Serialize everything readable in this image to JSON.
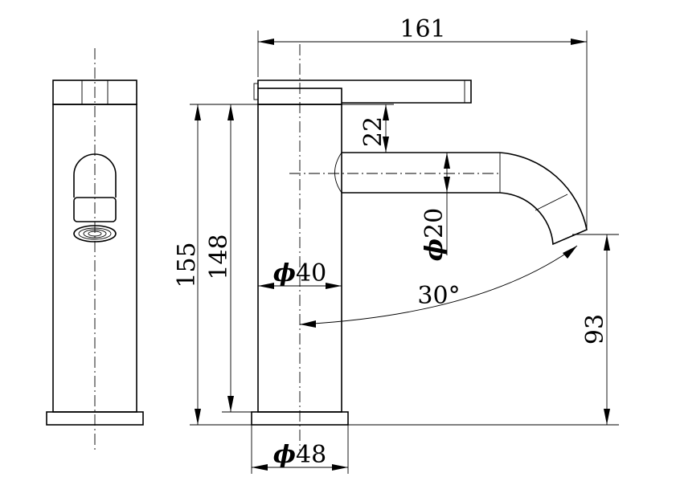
{
  "dimensions": {
    "total_length": "161",
    "height_outer": "155",
    "height_inner": "148",
    "handle_gap": "22",
    "spout_diameter_symbol": "ϕ",
    "spout_diameter_value": "20",
    "body_diameter_symbol": "ϕ",
    "body_diameter_value": "40",
    "base_diameter_symbol": "ϕ",
    "base_diameter_value": "48",
    "spout_angle": "30°",
    "spout_outlet_height": "93"
  },
  "colors": {
    "ink": "#000000",
    "paper": "#ffffff"
  }
}
